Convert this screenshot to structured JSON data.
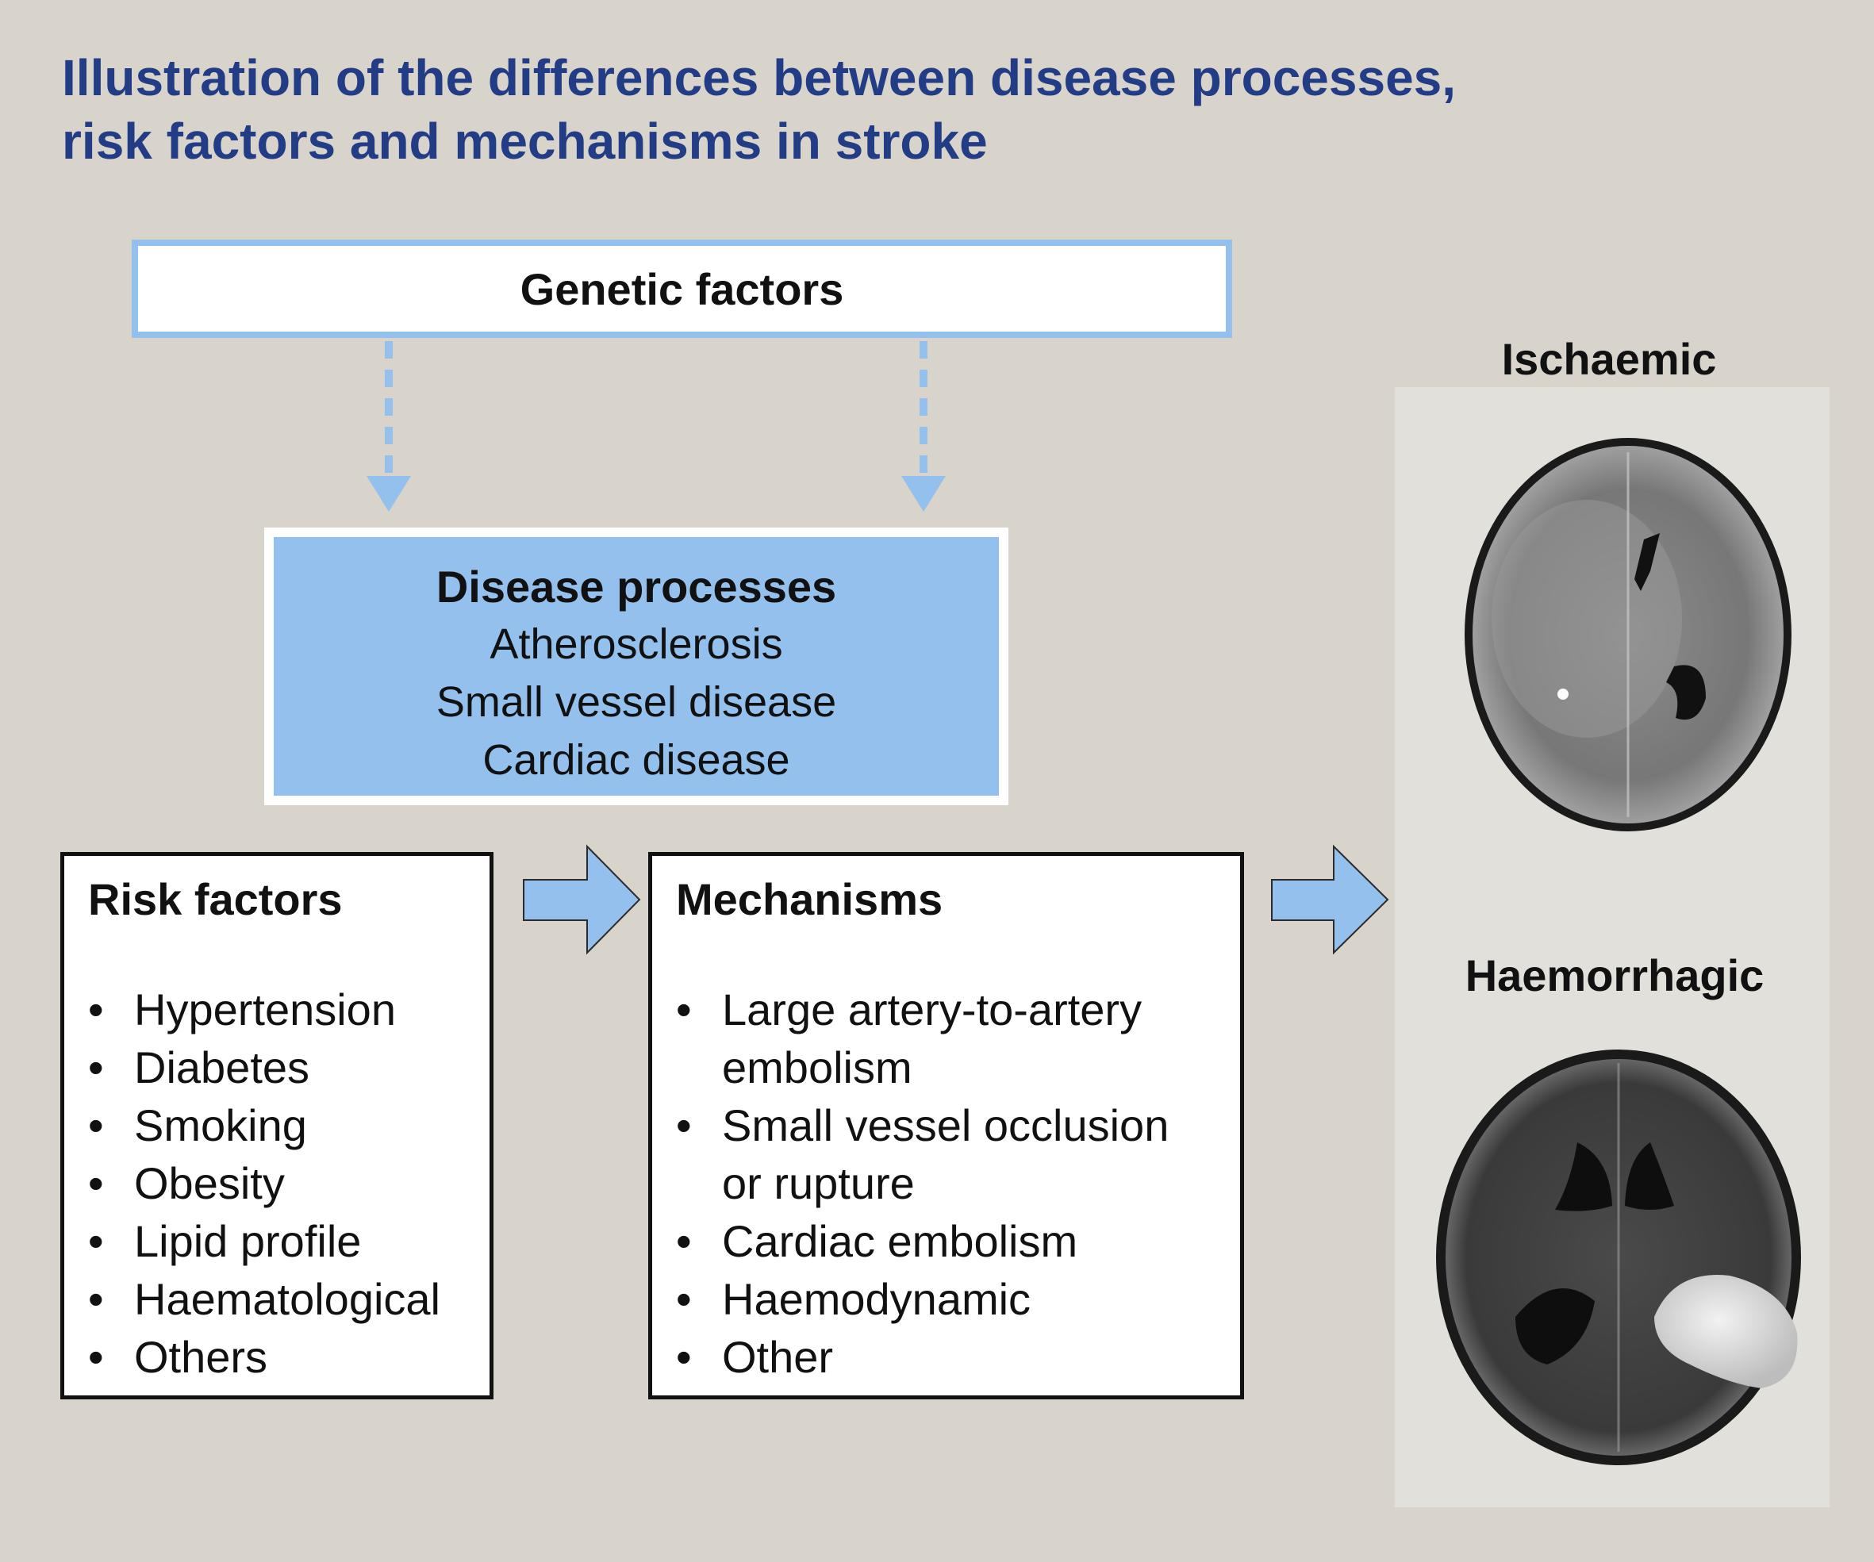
{
  "title": {
    "line1": "Illustration of the differences between disease processes,",
    "line2": "risk factors and mechanisms in stroke"
  },
  "genetic": {
    "label": "Genetic factors"
  },
  "disease_processes": {
    "heading": "Disease processes",
    "items": [
      "Atherosclerosis",
      "Small vessel disease",
      "Cardiac disease"
    ]
  },
  "risk_factors": {
    "heading": "Risk factors",
    "items": [
      "Hypertension",
      "Diabetes",
      "Smoking",
      "Obesity",
      "Lipid profile",
      "Haematological",
      "Others"
    ]
  },
  "mechanisms": {
    "heading": "Mechanisms",
    "items": [
      [
        "Large artery-to-artery",
        "embolism"
      ],
      [
        "Small vessel occlusion",
        "or rupture"
      ],
      [
        "Cardiac embolism"
      ],
      [
        "Haemodynamic"
      ],
      [
        "Other"
      ]
    ]
  },
  "outcomes": {
    "ischaemic_label": "Ischaemic",
    "haemorrhagic_label": "Haemorrhagic"
  },
  "colors": {
    "title": "#223c86",
    "accent_blue": "#93c0ec",
    "background": "#d8d4cb"
  },
  "icons": {
    "dashed_arrow": "arrow-down-dashed-icon",
    "block_arrow": "arrow-right-block-icon",
    "bullet": "•"
  }
}
